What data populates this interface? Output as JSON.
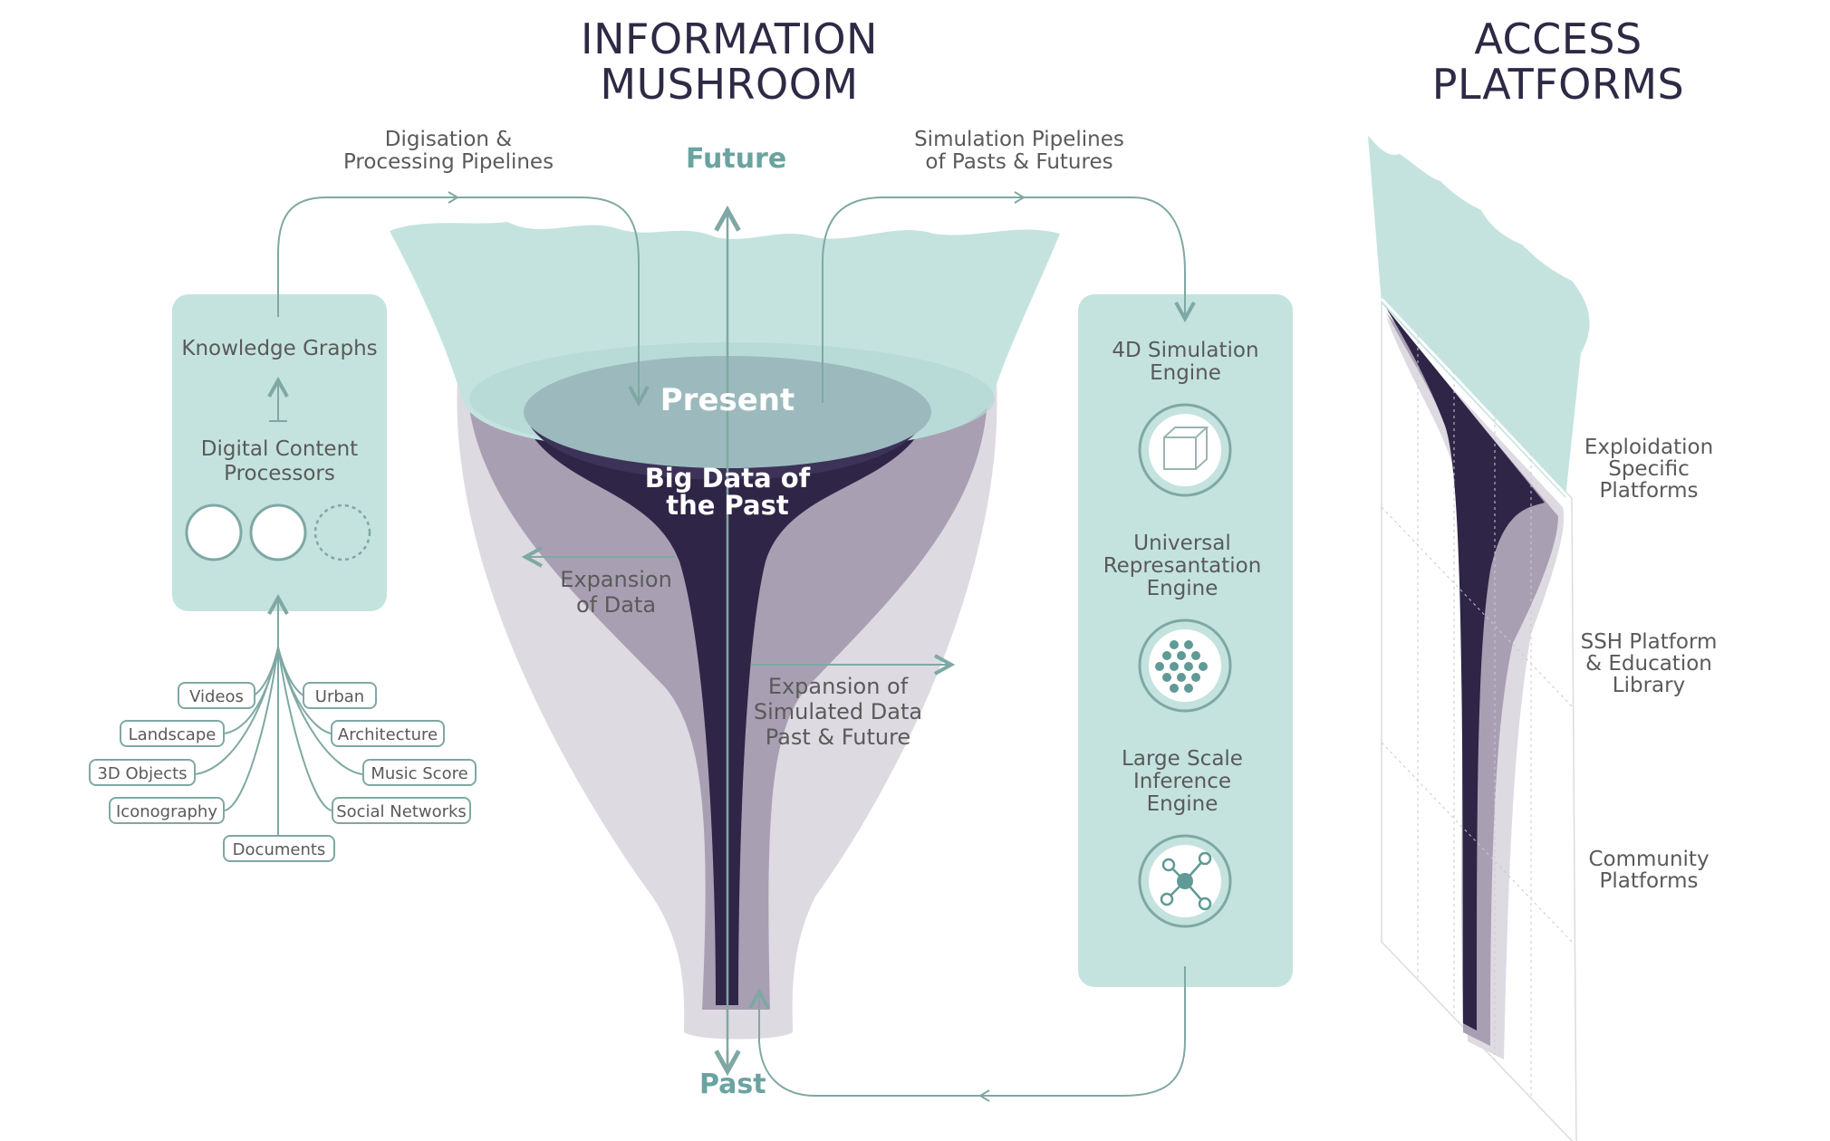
{
  "titles": {
    "mushroom": [
      "INFORMATION",
      "MUSHROOM"
    ],
    "access": [
      "ACCESS",
      "PLATFORMS"
    ]
  },
  "axis": {
    "future": "Future",
    "past": "Past"
  },
  "layers": {
    "present": "Present",
    "big_data": [
      "Big Data of",
      "the Past"
    ]
  },
  "flows": {
    "digitisation": [
      "Digisation &",
      "Processing Pipelines"
    ],
    "simulation": [
      "Simulation Pipelines",
      "of Pasts & Futures"
    ],
    "expansion_data": [
      "Expansion",
      "of Data"
    ],
    "expansion_simulated": [
      "Expansion of",
      "Simulated Data",
      "Past & Future"
    ]
  },
  "left_panel": {
    "knowledge_graphs": "Knowledge Graphs",
    "processors": [
      "Digital Content",
      "Processors"
    ]
  },
  "sources": [
    "Videos",
    "Urban",
    "Landscape",
    "Architecture",
    "3D Objects",
    "Music Score",
    "Iconography",
    "Social Networks",
    "Documents"
  ],
  "engines": [
    {
      "lines": [
        "4D Simulation",
        "Engine"
      ],
      "icon": "cube-icon"
    },
    {
      "lines": [
        "Universal",
        "Represantation",
        "Engine"
      ],
      "icon": "dot-grid-icon"
    },
    {
      "lines": [
        "Large Scale",
        "Inference",
        "Engine"
      ],
      "icon": "network-graph-icon"
    }
  ],
  "platforms": [
    [
      "Exploidation",
      "Specific",
      "Platforms"
    ],
    [
      "SSH Platform",
      "& Education",
      "Library"
    ],
    [
      "Community",
      "Platforms"
    ]
  ],
  "colors": {
    "teal_light": "#c4e3df",
    "teal_mid": "#a0bfbe",
    "teal_line": "#7fa8a4",
    "purple_dark": "#2f2546",
    "purple_mid": "#a99fb3",
    "purple_light": "#dedae2",
    "title_text": "#2d2a45"
  }
}
